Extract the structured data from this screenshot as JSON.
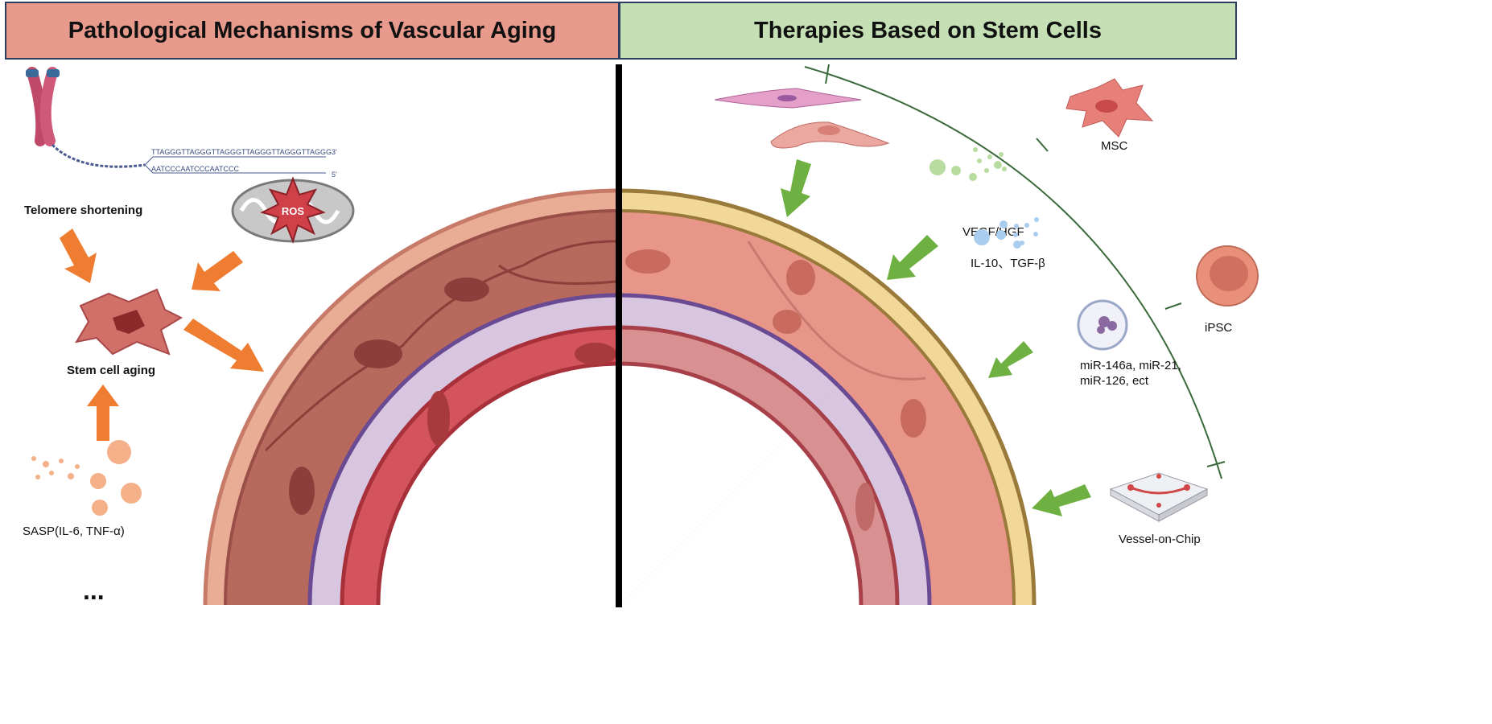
{
  "headers": {
    "left": "Pathological Mechanisms of Vascular Aging",
    "right": "Therapies Based on Stem Cells"
  },
  "left_panel": {
    "telomere_seq_top": "TTAGGGTTAGGGTTAGGGTTAGGGTTAGGGTTAGGG",
    "telomere_seq_bottom": "AATCCCAATCCCAATCCC",
    "strand_3": "3'",
    "strand_5": "5'",
    "telomere_label": "Telomere shortening",
    "ros_label": "ROS",
    "stem_cell_label": "Stem cell aging",
    "sasp_label": "SASP(IL-6, TNF-α)",
    "ellipsis": "..."
  },
  "right_panel": {
    "msc_label": "MSC",
    "vegf_label": "VEGF/HGF",
    "il10_label": "IL-10、TGF-β",
    "ipsc_label": "iPSC",
    "mirna_line1": "miR-146a, miR-21,",
    "mirna_line2": "miR-126, ect",
    "chip_label": "Vessel-on-Chip"
  },
  "colors": {
    "orange_arrow": "#ee7d31",
    "green_arrow": "#6fb043",
    "left_header": "#e89a8c",
    "right_header": "#c5e0b4"
  }
}
